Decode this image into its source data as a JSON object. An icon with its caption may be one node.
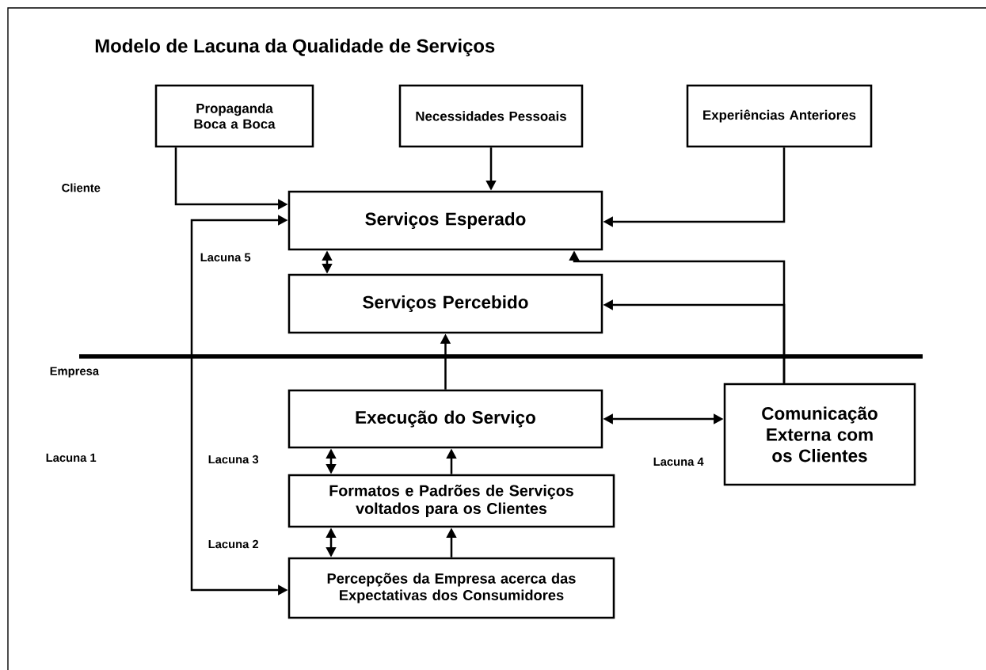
{
  "diagram": {
    "title": "Modelo de Lacuna da Qualidade de Serviços",
    "nodes": [
      {
        "text": [
          "Propaganda Boca a Boca"
        ]
      },
      {
        "text": [
          "Necessidades Pessoais"
        ]
      },
      {
        "text": [
          "Experiências Anteriores"
        ]
      },
      {
        "text": [
          "Serviços Esperado"
        ]
      },
      {
        "text": [
          "Serviços Percebido"
        ]
      },
      {
        "text": [
          "Execução do Serviço"
        ]
      },
      {
        "text": [
          "Comunicação Externa com os Clientes"
        ]
      },
      {
        "text": [
          "Formatos e Padrões de Serviços voltados para os Clientes"
        ]
      },
      {
        "text": [
          "Percepções da Empresa acerca das Expectativas dos Consumidores"
        ]
      }
    ],
    "edges": [
      {
        "from": 0,
        "to": 3,
        "arrow": "to"
      },
      {
        "from": 1,
        "to": 3,
        "arrow": "to"
      },
      {
        "from": 2,
        "to": 3,
        "arrow": "to"
      },
      {
        "from": 3,
        "to": 4,
        "arrow": "both"
      },
      {
        "from": 3,
        "to": 8,
        "arrow": "both"
      },
      {
        "from": 6,
        "to": 3,
        "arrow": "to"
      },
      {
        "from": 6,
        "to": 4,
        "arrow": "to"
      },
      {
        "from": 5,
        "to": 4,
        "arrow": "to"
      },
      {
        "from": 5,
        "to": 6,
        "arrow": "both"
      },
      {
        "from": 7,
        "to": 5,
        "arrow": "both"
      },
      {
        "from": 7,
        "to": 5,
        "arrow": "to"
      },
      {
        "from": 8,
        "to": 7,
        "arrow": "both"
      },
      {
        "from": 8,
        "to": 7,
        "arrow": "to"
      }
    ],
    "labels": [
      "Cliente",
      "Lacuna 5",
      "Empresa",
      "Lacuna 1",
      "Lacuna 3",
      "Lacuna 4",
      "Lacuna 2"
    ]
  }
}
